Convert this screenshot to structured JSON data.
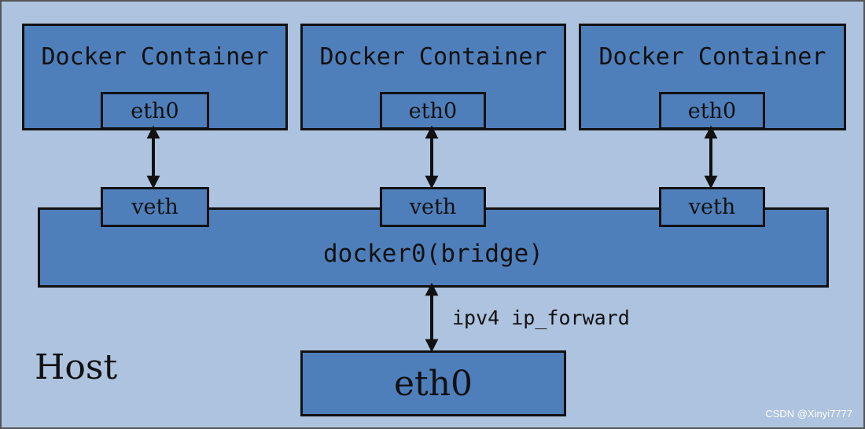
{
  "host": {
    "label": "Host"
  },
  "containers": [
    {
      "title": "Docker Container",
      "iface": "eth0",
      "veth": "veth"
    },
    {
      "title": "Docker Container",
      "iface": "eth0",
      "veth": "veth"
    },
    {
      "title": "Docker Container",
      "iface": "eth0",
      "veth": "veth"
    }
  ],
  "bridge": {
    "label": "docker0(bridge)"
  },
  "forward": {
    "label": "ipv4 ip_forward"
  },
  "host_eth": {
    "label": "eth0"
  },
  "watermark": "CSDN @Xinyi7777",
  "colors": {
    "host_bg": "#adc3df",
    "box_fill": "#4f7fbb",
    "stroke": "#111111"
  }
}
